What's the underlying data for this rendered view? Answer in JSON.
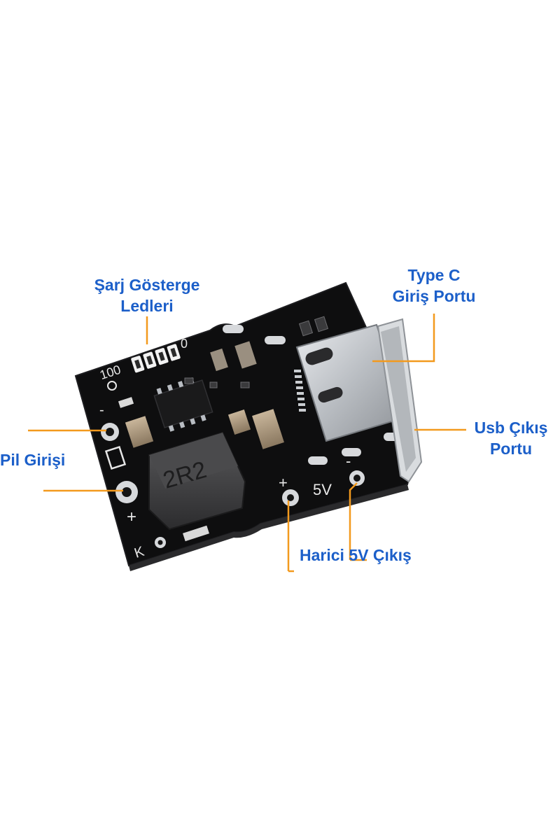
{
  "colors": {
    "label_text": "#1c5fc9",
    "leader_line": "#f39a1e",
    "board": "#0e0e0f",
    "silkscreen": "#e6e6e6",
    "metal": "#c9ccd0"
  },
  "board": {
    "inductor_marking": "2R2",
    "led_markings": [
      "100",
      "0"
    ],
    "silkscreen_plus_left": "+",
    "silkscreen_minus_left": "-",
    "silkscreen_plus_out": "+",
    "silkscreen_minus_out": "-",
    "silkscreen_5v": "5V",
    "silkscreen_k": "K"
  },
  "labels": {
    "led_indicators": [
      "Şarj Gösterge",
      "Ledleri"
    ],
    "type_c_input": [
      "Type C",
      "Giriş Portu"
    ],
    "usb_output": [
      "Usb Çıkış",
      "Portu"
    ],
    "battery_input": "Pil Girişi",
    "external_5v_output": "Harici 5V Çıkış"
  }
}
